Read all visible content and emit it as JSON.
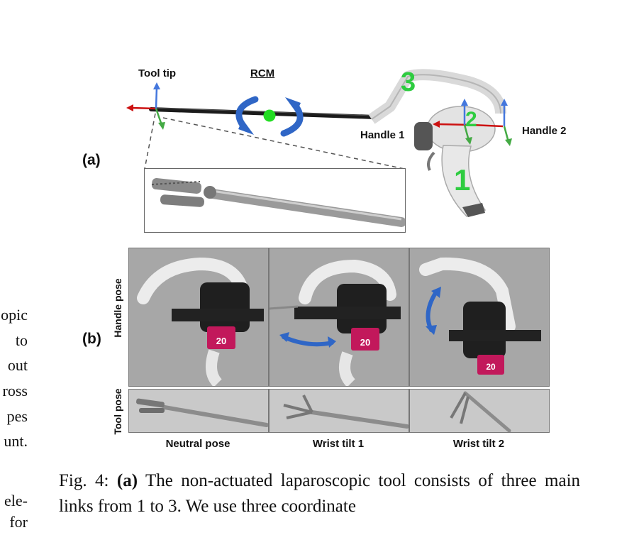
{
  "left_column_fragments": [
    "opic",
    "to",
    "out",
    "ross",
    "pes",
    "unt.",
    "ele-",
    "for"
  ],
  "panel_a": {
    "panel_label": "(a)",
    "tool_tip_label": "Tool tip",
    "rcm_label": "RCM",
    "handle1_label": "Handle 1",
    "handle2_label": "Handle 2",
    "link_numbers": [
      "1",
      "2",
      "3"
    ],
    "colors": {
      "link_number": "#2ecc40",
      "rcm_dot": "#22dd22",
      "arrow_blue": "#2f66c6",
      "x_axis": "#cc1111",
      "y_axis": "#4477dd",
      "z_axis": "#44aa44"
    }
  },
  "panel_b": {
    "panel_label": "(b)",
    "row_labels": [
      "Handle pose",
      "Tool pose"
    ],
    "column_labels": [
      "Neutral pose",
      "Wrist tilt 1",
      "Wrist tilt 2"
    ],
    "servo_label": "20"
  },
  "caption": {
    "prefix": "Fig. 4:",
    "bold": "(a)",
    "text": "The non-actuated laparoscopic tool consists of three main links from 1 to 3. We use three coordinate"
  }
}
